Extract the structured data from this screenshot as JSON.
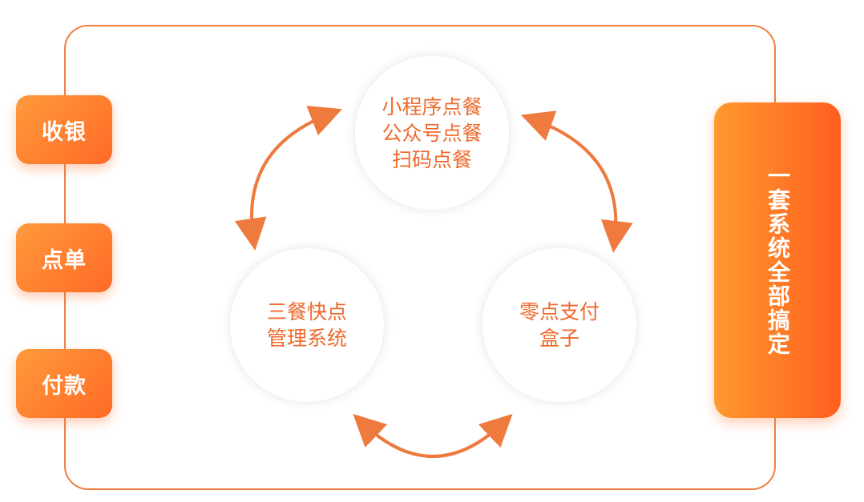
{
  "side_buttons": [
    {
      "label": "收银"
    },
    {
      "label": "点单"
    },
    {
      "label": "付款"
    }
  ],
  "circles": {
    "top": {
      "lines": [
        "小程序点餐",
        "公众号点餐",
        "扫码点餐"
      ]
    },
    "left": {
      "lines": [
        "三餐快点",
        "管理系统"
      ]
    },
    "right": {
      "lines": [
        "零点支付",
        "盒子"
      ]
    }
  },
  "right_panel": {
    "text": "一套系统全部搞定"
  },
  "colors": {
    "accent": "#ee8043",
    "gradient_start": "#ff9a3c",
    "gradient_end": "#ff6a26",
    "circle_text": "#ee6a2c"
  }
}
